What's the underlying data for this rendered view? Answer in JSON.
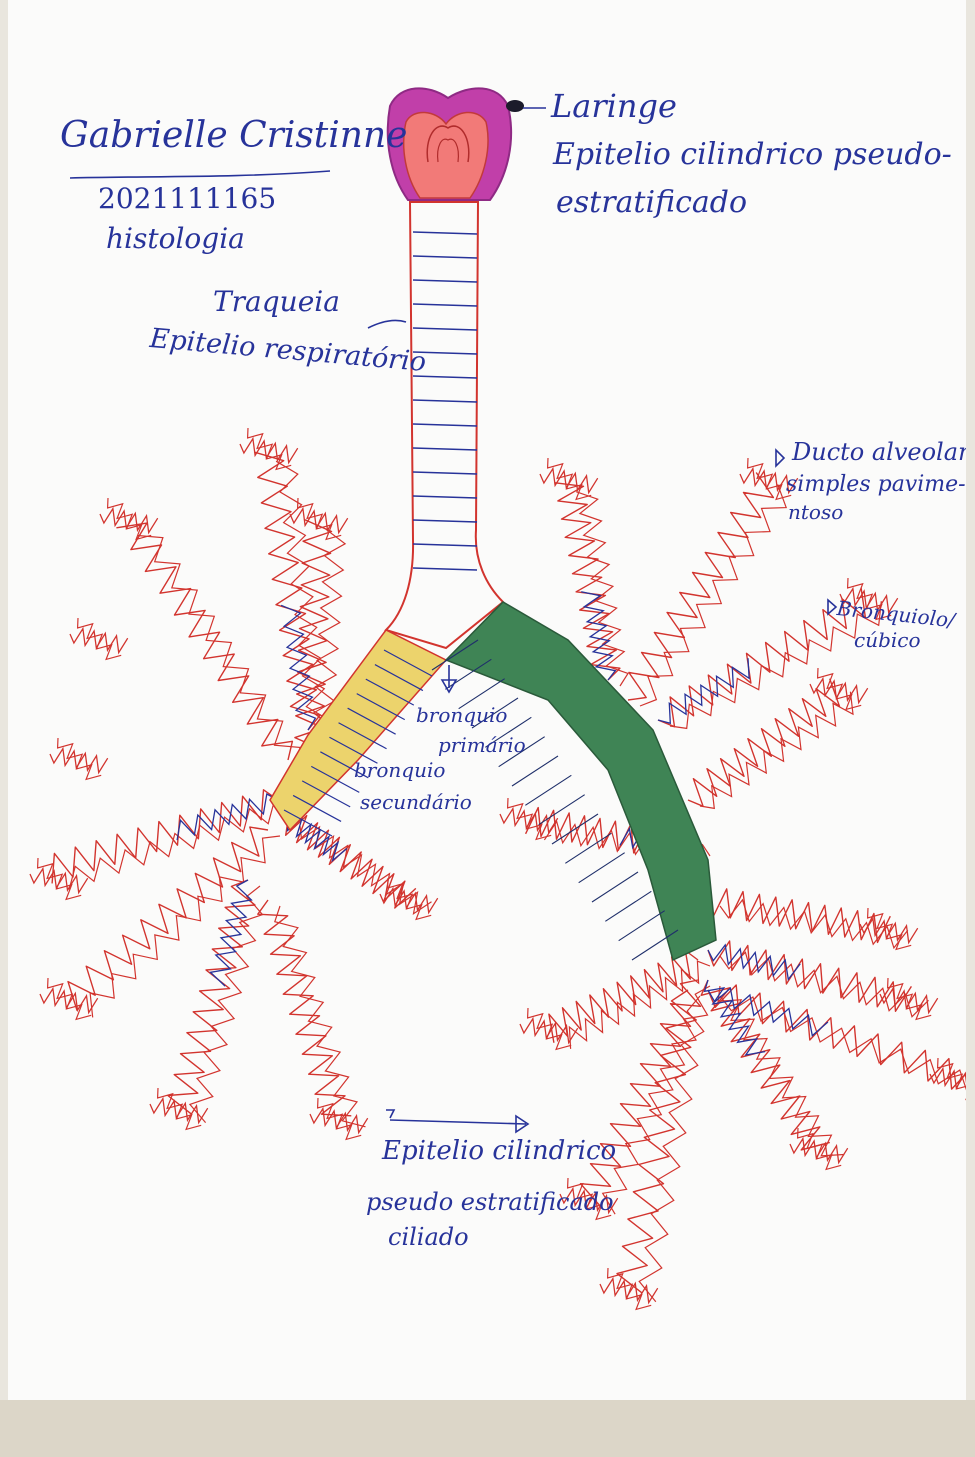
{
  "header": {
    "name": "Gabrielle Cristinne",
    "id_number": "2021111165",
    "subject": "histologia"
  },
  "labels": {
    "laringe_title": "Laringe",
    "laringe_line1": "Epitelio cilindrico pseudo-",
    "laringe_line2": "estratificado",
    "traqueia_title": "Traqueia",
    "traqueia_epitelio": "Epitelio respiratório",
    "ducto_line1": "Ducto alveolar",
    "ducto_line2": "simples pavime-",
    "ducto_line3": "ntoso",
    "bronquiolo_line1": "Bronquiolo/",
    "bronquiolo_line2": "cúbico",
    "primario_line1": "bronquio",
    "primario_line2": "primário",
    "secundario_line1": "bronquio",
    "secundario_line2": "secundário",
    "bottom_line1": "Epitelio cilindrico",
    "bottom_line2": "pseudo estratificado",
    "bottom_line3": "ciliado"
  },
  "colors": {
    "ink_blue": "#27339a",
    "ink_red": "#d2342e",
    "larynx_purple": "#b02e9e",
    "larynx_pink": "#f0707a",
    "left_bronchus_yellow": "#ecd36c",
    "right_bronchus_green": "#3f8455"
  }
}
